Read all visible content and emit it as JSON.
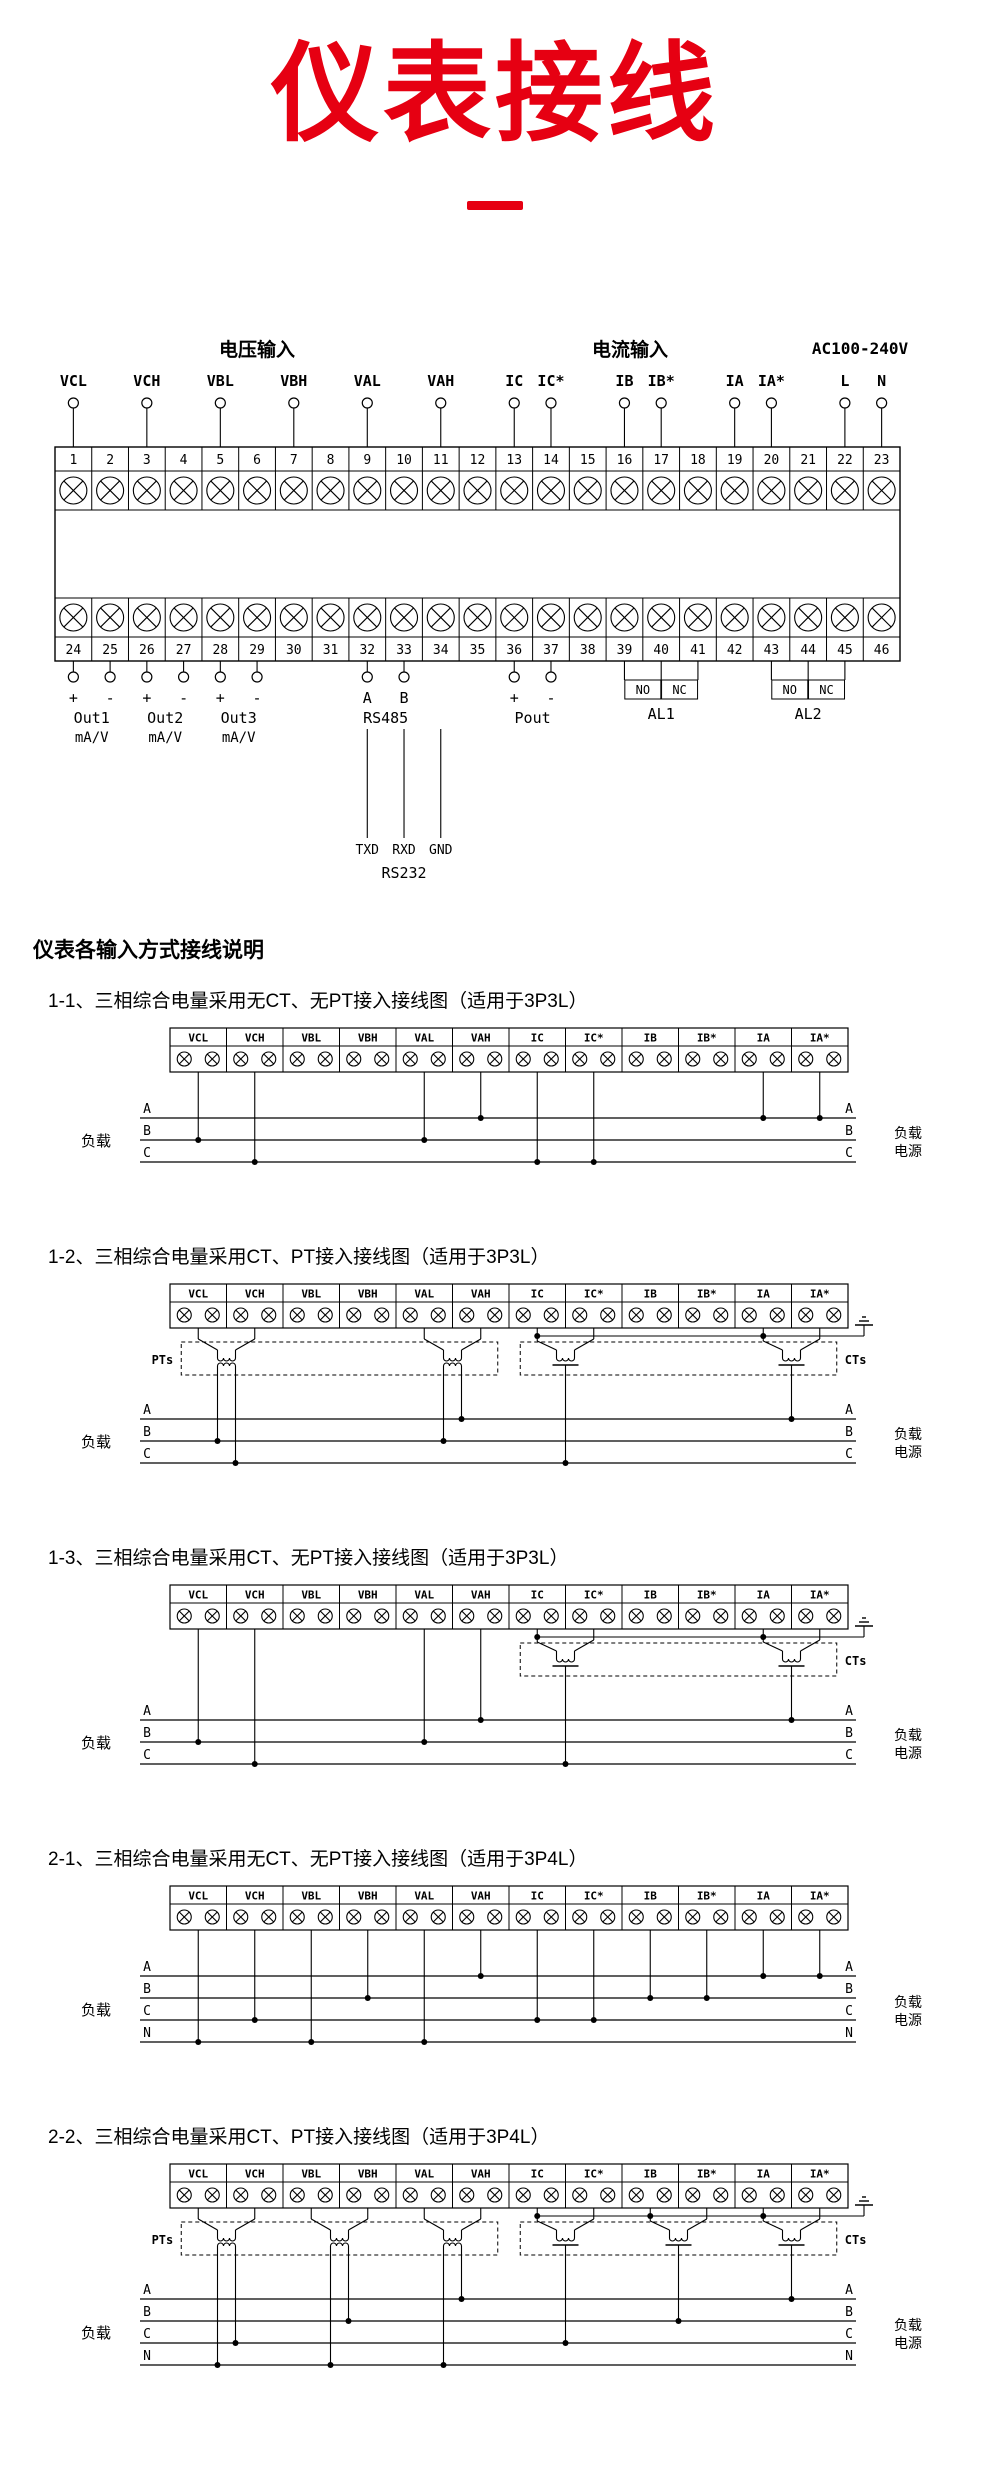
{
  "page": {
    "title": "仪表接线",
    "accent_color": "#e60012"
  },
  "section_heading": "仪表各输入方式接线说明",
  "main_diagram": {
    "voltage_input_label": "电压输入",
    "current_input_label": "电流输入",
    "supply_label": "AC100-240V",
    "top_terminal_labels": [
      {
        "text": "VCL",
        "terminal": 1
      },
      {
        "text": "VCH",
        "terminal": 3
      },
      {
        "text": "VBL",
        "terminal": 5
      },
      {
        "text": "VBH",
        "terminal": 7
      },
      {
        "text": "VAL",
        "terminal": 9
      },
      {
        "text": "VAH",
        "terminal": 11
      },
      {
        "text": "IC",
        "terminal": 13
      },
      {
        "text": "IC*",
        "terminal": 14
      },
      {
        "text": "IB",
        "terminal": 16
      },
      {
        "text": "IB*",
        "terminal": 17
      },
      {
        "text": "IA",
        "terminal": 19
      },
      {
        "text": "IA*",
        "terminal": 20
      },
      {
        "text": "L",
        "terminal": 22
      },
      {
        "text": "N",
        "terminal": 23
      }
    ],
    "top_terminal_numbers": [
      "1",
      "2",
      "3",
      "4",
      "5",
      "6",
      "7",
      "8",
      "9",
      "10",
      "11",
      "12",
      "13",
      "14",
      "15",
      "16",
      "17",
      "18",
      "19",
      "20",
      "21",
      "22",
      "23"
    ],
    "bottom_terminal_numbers": [
      "24",
      "25",
      "26",
      "27",
      "28",
      "29",
      "30",
      "31",
      "32",
      "33",
      "34",
      "35",
      "36",
      "37",
      "38",
      "39",
      "40",
      "41",
      "42",
      "43",
      "44",
      "45",
      "46"
    ],
    "analog_outputs": [
      {
        "plus": "+",
        "minus": "-",
        "name": "Out1",
        "unit": "mA/V",
        "terminals": [
          24,
          25
        ]
      },
      {
        "plus": "+",
        "minus": "-",
        "name": "Out2",
        "unit": "mA/V",
        "terminals": [
          26,
          27
        ]
      },
      {
        "plus": "+",
        "minus": "-",
        "name": "Out3",
        "unit": "mA/V",
        "terminals": [
          28,
          29
        ]
      }
    ],
    "rs485": {
      "pin_a": "A",
      "pin_b": "B",
      "name": "RS485",
      "terminals": [
        32,
        33
      ]
    },
    "pout": {
      "plus": "+",
      "minus": "-",
      "name": "Pout",
      "terminals": [
        36,
        37
      ]
    },
    "alarms": [
      {
        "no": "NO",
        "nc": "NC",
        "name": "AL1",
        "terminals": [
          39,
          40,
          41
        ]
      },
      {
        "no": "NO",
        "nc": "NC",
        "name": "AL2",
        "terminals": [
          43,
          44,
          45
        ]
      }
    ],
    "rs232": {
      "pins": [
        "TXD",
        "RXD",
        "GND"
      ],
      "name": "RS232"
    }
  },
  "strip_terminals": [
    "VCL",
    "VCH",
    "VBL",
    "VBH",
    "VAL",
    "VAH",
    "IC",
    "IC*",
    "IB",
    "IB*",
    "IA",
    "IA*"
  ],
  "wiring_diagrams": [
    {
      "title": "1-1、三相综合电量采用无CT、无PT接入接线图（适用于3P3L）",
      "buses": [
        "A",
        "B",
        "C"
      ],
      "left_label": "负载",
      "right_label": [
        "负载",
        "电源"
      ],
      "drops": [
        [
          "VCL",
          "B"
        ],
        [
          "VCH",
          "C"
        ],
        [
          "VAL",
          "B"
        ],
        [
          "VAH",
          "A"
        ],
        [
          "IC",
          "C"
        ],
        [
          "IC*",
          "C"
        ],
        [
          "IA",
          "A"
        ],
        [
          "IA*",
          "A"
        ]
      ],
      "ground": false
    },
    {
      "title": "1-2、三相综合电量采用CT、PT接入接线图（适用于3P3L）",
      "buses": [
        "A",
        "B",
        "C"
      ],
      "left_label": "负载",
      "right_label": [
        "负载",
        "电源"
      ],
      "drops": [],
      "pts": {
        "label": "PTs",
        "units": [
          {
            "terminals": [
              "VCL",
              "VCH"
            ],
            "buses": [
              "B",
              "C"
            ]
          },
          {
            "terminals": [
              "VAL",
              "VAH"
            ],
            "buses": [
              "B",
              "A"
            ]
          }
        ]
      },
      "cts": {
        "label": "CTs",
        "units": [
          {
            "terminals": [
              "IC",
              "IC*"
            ],
            "bus": "C"
          },
          {
            "terminals": [
              "IA",
              "IA*"
            ],
            "bus": "A"
          }
        ]
      },
      "ground": true
    },
    {
      "title": "1-3、三相综合电量采用CT、无PT接入接线图（适用于3P3L）",
      "buses": [
        "A",
        "B",
        "C"
      ],
      "left_label": "负载",
      "right_label": [
        "负载",
        "电源"
      ],
      "drops": [
        [
          "VCL",
          "B"
        ],
        [
          "VCH",
          "C"
        ],
        [
          "VAL",
          "B"
        ],
        [
          "VAH",
          "A"
        ]
      ],
      "cts": {
        "label": "CTs",
        "units": [
          {
            "terminals": [
              "IC",
              "IC*"
            ],
            "bus": "C"
          },
          {
            "terminals": [
              "IA",
              "IA*"
            ],
            "bus": "A"
          }
        ]
      },
      "ground": true
    },
    {
      "title": "2-1、三相综合电量采用无CT、无PT接入接线图（适用于3P4L）",
      "buses": [
        "A",
        "B",
        "C",
        "N"
      ],
      "left_label": "负载",
      "right_label": [
        "负载",
        "电源"
      ],
      "drops": [
        [
          "VCL",
          "N"
        ],
        [
          "VCH",
          "C"
        ],
        [
          "VBL",
          "N"
        ],
        [
          "VBH",
          "B"
        ],
        [
          "VAL",
          "N"
        ],
        [
          "VAH",
          "A"
        ],
        [
          "IC",
          "C"
        ],
        [
          "IC*",
          "C"
        ],
        [
          "IB",
          "B"
        ],
        [
          "IB*",
          "B"
        ],
        [
          "IA",
          "A"
        ],
        [
          "IA*",
          "A"
        ]
      ],
      "ground": false
    },
    {
      "title": "2-2、三相综合电量采用CT、PT接入接线图（适用于3P4L）",
      "buses": [
        "A",
        "B",
        "C",
        "N"
      ],
      "left_label": "负载",
      "right_label": [
        "负载",
        "电源"
      ],
      "drops": [],
      "pts": {
        "label": "PTs",
        "units": [
          {
            "terminals": [
              "VCL",
              "VCH"
            ],
            "buses": [
              "N",
              "C"
            ]
          },
          {
            "terminals": [
              "VBL",
              "VBH"
            ],
            "buses": [
              "N",
              "B"
            ]
          },
          {
            "terminals": [
              "VAL",
              "VAH"
            ],
            "buses": [
              "N",
              "A"
            ]
          }
        ]
      },
      "cts": {
        "label": "CTs",
        "units": [
          {
            "terminals": [
              "IC",
              "IC*"
            ],
            "bus": "C"
          },
          {
            "terminals": [
              "IB",
              "IB*"
            ],
            "bus": "B"
          },
          {
            "terminals": [
              "IA",
              "IA*"
            ],
            "bus": "A"
          }
        ]
      },
      "ground": true
    }
  ]
}
